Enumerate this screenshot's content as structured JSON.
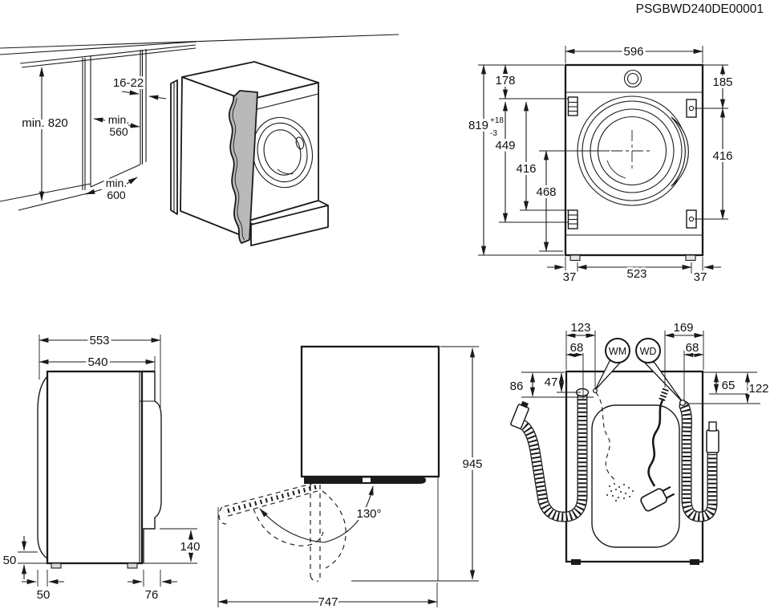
{
  "doc_code": "PSGBWD240DE00001",
  "colors": {
    "line": "#1a1a1a",
    "furniture_panel_gray": "#b9b9b9",
    "background": "#ffffff"
  },
  "niche_view": {
    "height_min": "min. 820",
    "panel_thickness": "16-22",
    "width_min_prefix": "min.",
    "width_min_value": "560",
    "depth_min_prefix": "min.",
    "depth_min_value": "600"
  },
  "front_view": {
    "width": "596",
    "top_to_hinge": "178",
    "top_to_bracket": "185",
    "height": "819",
    "height_tol_plus": "+18",
    "height_tol_minus": "-3",
    "hinge_span": "449",
    "hinge_hole_span": "416",
    "bracket_hole_span": "416",
    "door_axis_to_bottom": "468",
    "foot_offset_left": "37",
    "foot_spacing": "523",
    "foot_offset_right": "37"
  },
  "side_view": {
    "depth_total": "553",
    "depth_body": "540",
    "adjust_height": "50",
    "rear_clearance": "50",
    "front_clearance": "76",
    "plinth_recess_height": "140"
  },
  "top_view": {
    "door_opening_angle": "130°",
    "depth_with_open_door": "945",
    "clearance_width": "747"
  },
  "rear_view": {
    "drain_offset": "123",
    "drain_hose_offset": "68",
    "cord_offset": "169",
    "inlet_hose_offset": "68",
    "washer_callout": "WM",
    "dryer_callout": "WD",
    "drain_drop": "86",
    "hose_drop": "47",
    "inlet_drop": "65",
    "cord_drop": "122"
  }
}
